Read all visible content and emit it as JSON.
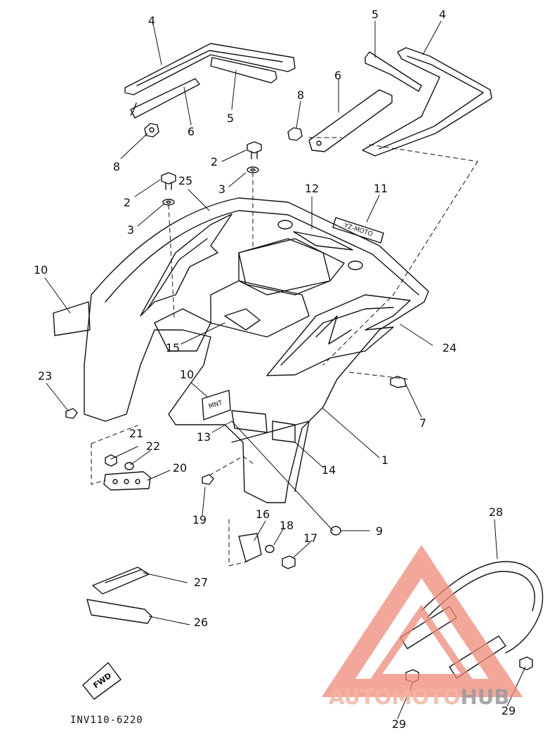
{
  "diagram": {
    "code": "INV110-6220",
    "fwd_label": "FWD",
    "callouts": [
      {
        "id": "c4a",
        "text": "4"
      },
      {
        "id": "c5a",
        "text": "5"
      },
      {
        "id": "c6a",
        "text": "6"
      },
      {
        "id": "c8a",
        "text": "8"
      },
      {
        "id": "c5b",
        "text": "5"
      },
      {
        "id": "c4b",
        "text": "4"
      },
      {
        "id": "c6b",
        "text": "6"
      },
      {
        "id": "c8b",
        "text": "8"
      },
      {
        "id": "c2a",
        "text": "2"
      },
      {
        "id": "c3a",
        "text": "3"
      },
      {
        "id": "c2b",
        "text": "2"
      },
      {
        "id": "c3b",
        "text": "3"
      },
      {
        "id": "c25",
        "text": "25"
      },
      {
        "id": "c12",
        "text": "12"
      },
      {
        "id": "c11",
        "text": "11"
      },
      {
        "id": "c10a",
        "text": "10"
      },
      {
        "id": "c24",
        "text": "24"
      },
      {
        "id": "c15",
        "text": "15"
      },
      {
        "id": "c23",
        "text": "23"
      },
      {
        "id": "c10b",
        "text": "10"
      },
      {
        "id": "c7",
        "text": "7"
      },
      {
        "id": "c13",
        "text": "13"
      },
      {
        "id": "c21",
        "text": "21"
      },
      {
        "id": "c22",
        "text": "22"
      },
      {
        "id": "c20",
        "text": "20"
      },
      {
        "id": "c14",
        "text": "14"
      },
      {
        "id": "c1",
        "text": "1"
      },
      {
        "id": "c19",
        "text": "19"
      },
      {
        "id": "c16",
        "text": "16"
      },
      {
        "id": "c18",
        "text": "18"
      },
      {
        "id": "c17",
        "text": "17"
      },
      {
        "id": "c9",
        "text": "9"
      },
      {
        "id": "c28",
        "text": "28"
      },
      {
        "id": "c27",
        "text": "27"
      },
      {
        "id": "c26",
        "text": "26"
      },
      {
        "id": "c29a",
        "text": "29"
      },
      {
        "id": "c29b",
        "text": "29"
      }
    ],
    "decal_11_text": "YZ-MOTO",
    "decal_10_text": "MNT"
  },
  "watermark": {
    "part_a": "AUTOMOTO",
    "part_b": "HUB",
    "colors": {
      "triangle": "#f08a7a",
      "text_a": "#f3b4a2",
      "text_b": "#9a9a9a"
    }
  }
}
